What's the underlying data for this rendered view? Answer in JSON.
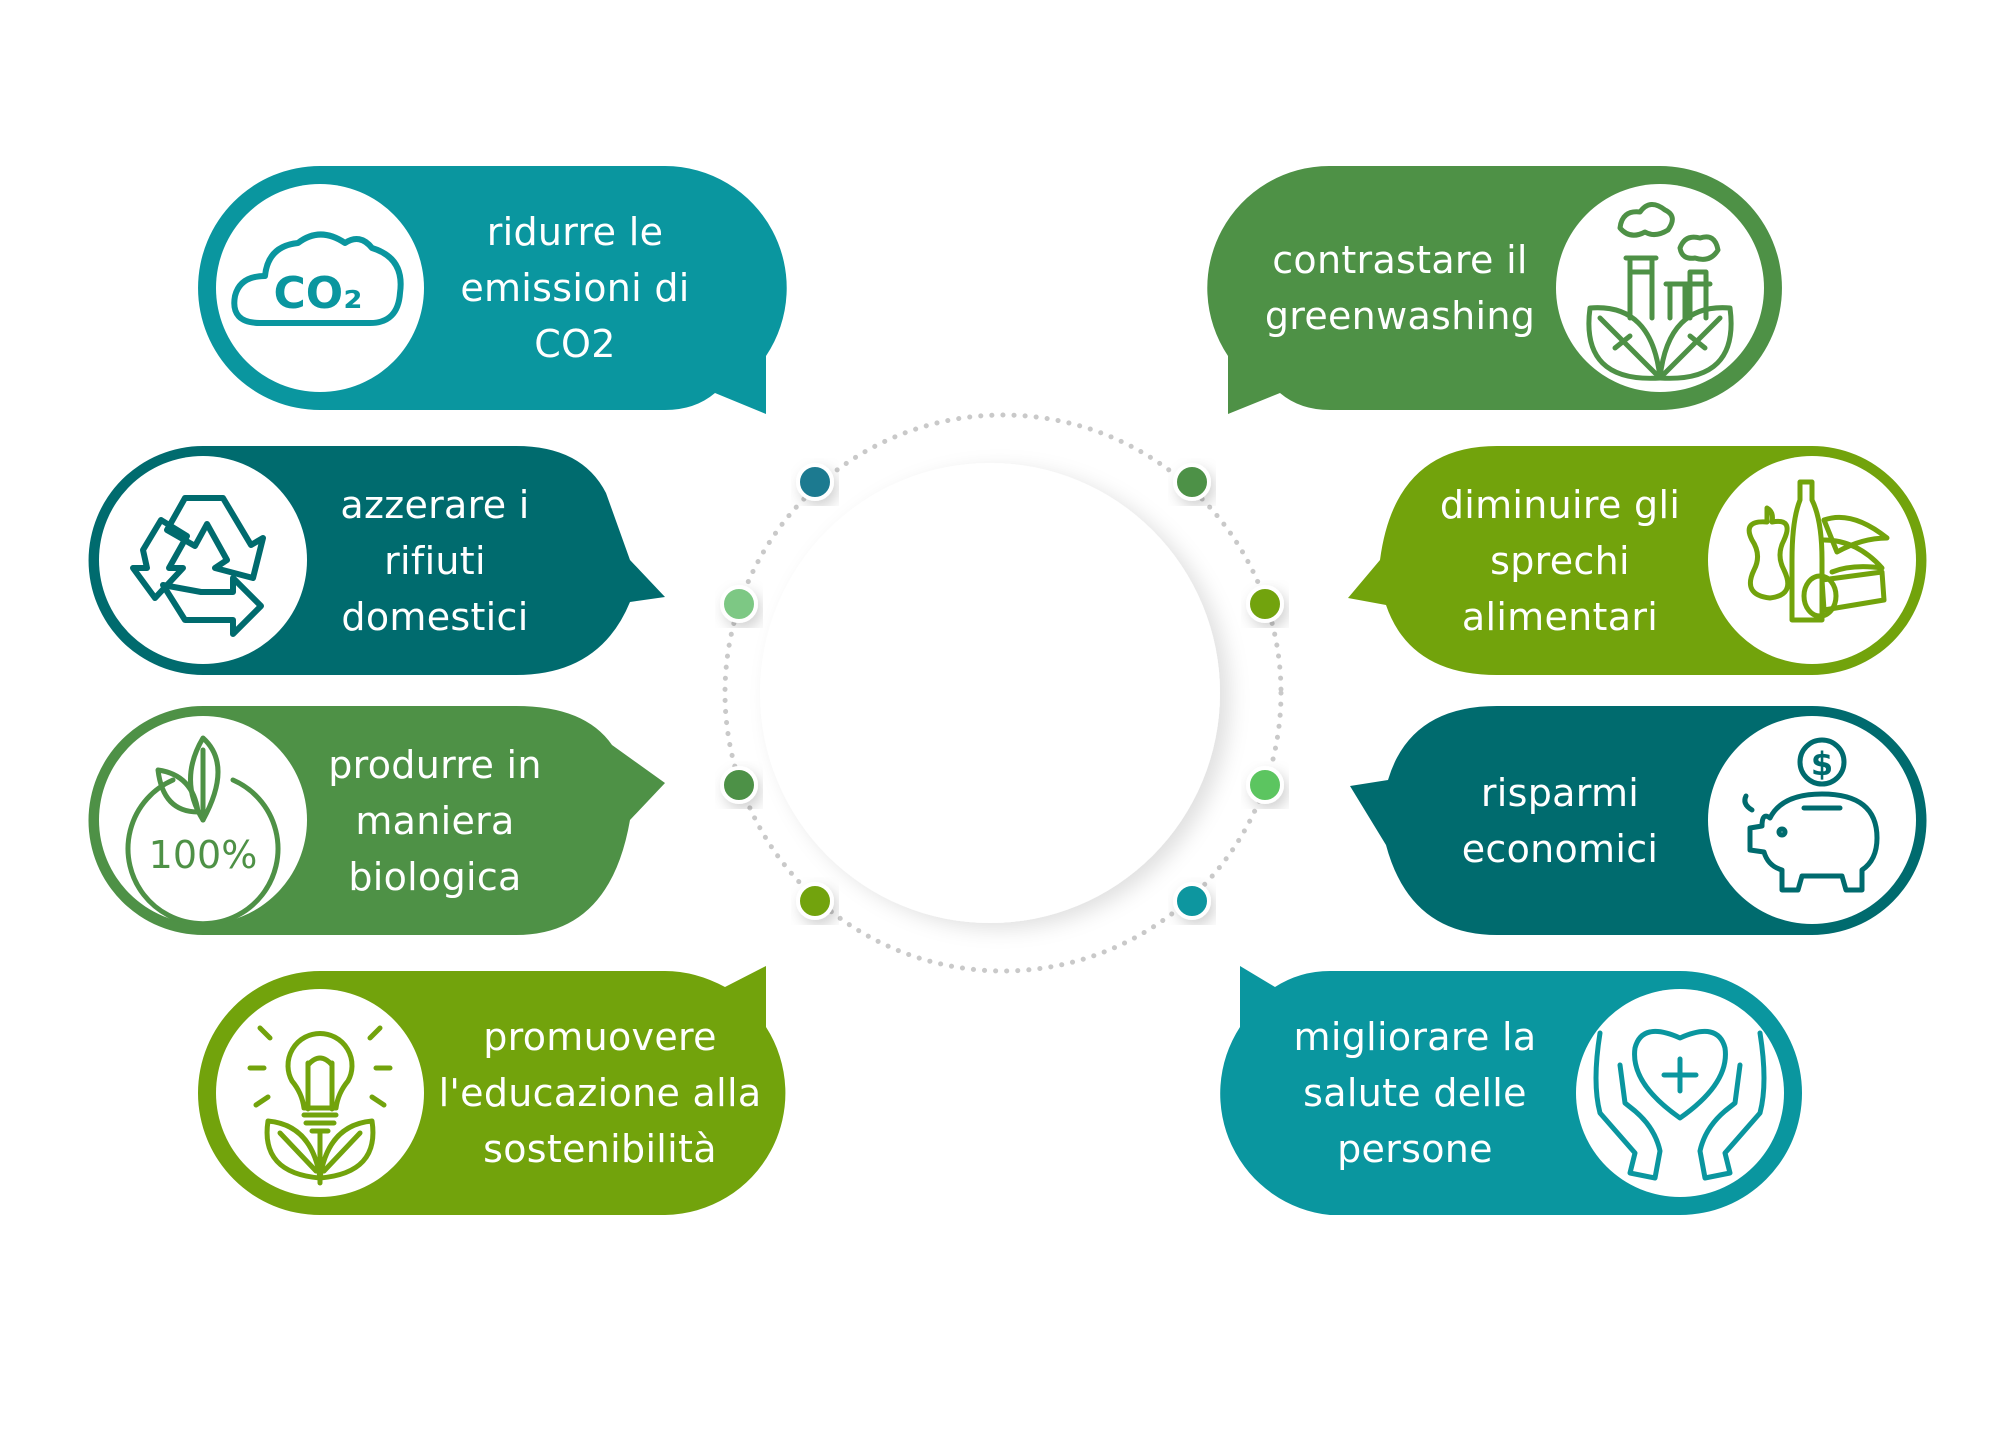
{
  "colors": {
    "teal": "#0A969F",
    "dark_teal": "#006B6E",
    "green": "#4E9146",
    "lime": "#72A30C",
    "dot_teal_dark": "#1E7A90",
    "dot_light_green": "#7DC884",
    "dot_bright_green": "#5BC561",
    "ring": "#C9C9C9"
  },
  "items": [
    {
      "id": "co2",
      "text": "ridurre le\nemissioni di\nCO2",
      "color": "teal",
      "icon": "co2-cloud-icon",
      "icon_label": "CO₂"
    },
    {
      "id": "waste",
      "text": "azzerare i\nrifiuti\ndomestici",
      "color": "dark_teal",
      "icon": "recycle-icon"
    },
    {
      "id": "bio",
      "text": "produrre in\nmaniera\nbiologica",
      "color": "green",
      "icon": "organic-100-icon",
      "icon_label": "100%"
    },
    {
      "id": "edu",
      "text": "promuovere\nl'educazione alla\nsostenibilità",
      "color": "lime",
      "icon": "lightbulb-plant-icon"
    },
    {
      "id": "greenwash",
      "text": "contrastare il\ngreenwashing",
      "color": "green",
      "icon": "factory-leaf-icon"
    },
    {
      "id": "food",
      "text": "diminuire gli\nsprechi\nalimentari",
      "color": "lime",
      "icon": "food-waste-icon"
    },
    {
      "id": "savings",
      "text": "risparmi\neconomici",
      "color": "dark_teal",
      "icon": "piggy-bank-icon",
      "icon_label": "$"
    },
    {
      "id": "health",
      "text": "migliorare la\nsalute delle\npersone",
      "color": "teal",
      "icon": "heart-hands-icon"
    }
  ],
  "dots": [
    "dot_teal_dark",
    "dot_light_green",
    "green",
    "lime",
    "green",
    "lime",
    "dot_bright_green",
    "teal"
  ]
}
